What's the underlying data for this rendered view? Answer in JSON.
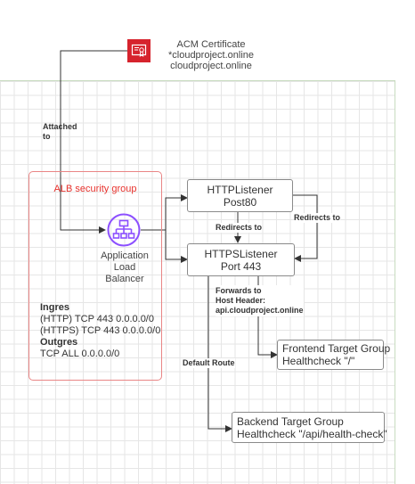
{
  "acm": {
    "title": "ACM Certificate",
    "domain_wildcard": "*cloudproject.online",
    "domain_root": "cloudproject.online",
    "icon": "certificate-icon",
    "color": "#d6232d"
  },
  "security_group": {
    "title": "ALB security group",
    "title_color": "#e8332e",
    "ingress_heading": "Ingres",
    "ingress_rules": [
      "(HTTP) TCP 443 0.0.0.0/0",
      "(HTTPS) TCP 443 0.0.0.0/0"
    ],
    "egress_heading": "Outgres",
    "egress_rules": [
      "TCP ALL 0.0.0.0/0"
    ]
  },
  "alb": {
    "label_lines": [
      "Application",
      "Load",
      "Balancer"
    ],
    "icon": "load-balancer-icon",
    "color": "#8c4fff"
  },
  "http_listener": {
    "lines": [
      "HTTPListener",
      "Post80"
    ]
  },
  "https_listener": {
    "lines": [
      "HTTPSListener",
      "Port 443"
    ]
  },
  "frontend_tg": {
    "lines": [
      "Frontend Target Group",
      "Healthcheck \"/\""
    ]
  },
  "backend_tg": {
    "lines": [
      "Backend Target Group",
      "Healthcheck \"/api/health-check\""
    ]
  },
  "edges": {
    "attached": [
      "Attached",
      "to"
    ],
    "redirects_center": "Redirects to",
    "redirects_right": "Redirects to",
    "forwards": [
      "Forwards to",
      "Host Header:",
      "api.cloudproject.online"
    ],
    "default_route": "Default Route"
  }
}
